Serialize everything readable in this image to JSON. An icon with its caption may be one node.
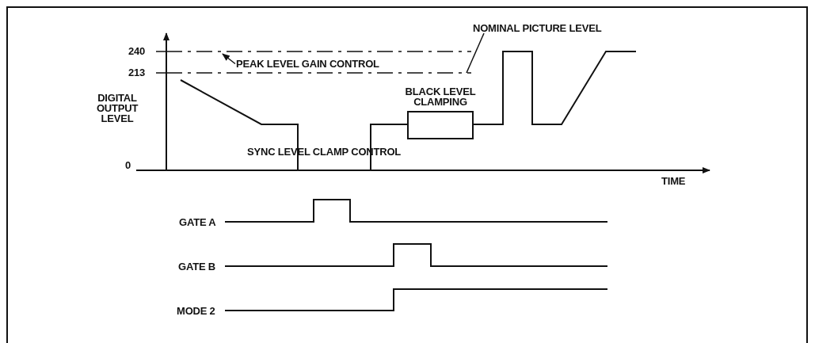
{
  "diagram": {
    "nodes": [
      {
        "text": [
          "NOMINAL PICTURE LEVEL"
        ]
      },
      {
        "text": [],
        "shape": "line"
      },
      {
        "text": [
          "PEAK LEVEL GAIN CONTROL"
        ]
      },
      {
        "text": [],
        "shape": "line"
      },
      {
        "text": [
          "BLACK LEVEL CLAMPING"
        ]
      }
    ],
    "edges": [
      {
        "from": 2,
        "to": 1,
        "arrow": "to"
      },
      {
        "from": 0,
        "to": 3,
        "arrow": "none"
      }
    ],
    "labels": [
      "240",
      "213",
      "DIGITAL OUTPUT LEVEL",
      "SYNC LEVEL CLAMP CONTROL",
      "0",
      "TIME",
      "GATE A",
      "GATE B",
      "MODE 2"
    ]
  }
}
